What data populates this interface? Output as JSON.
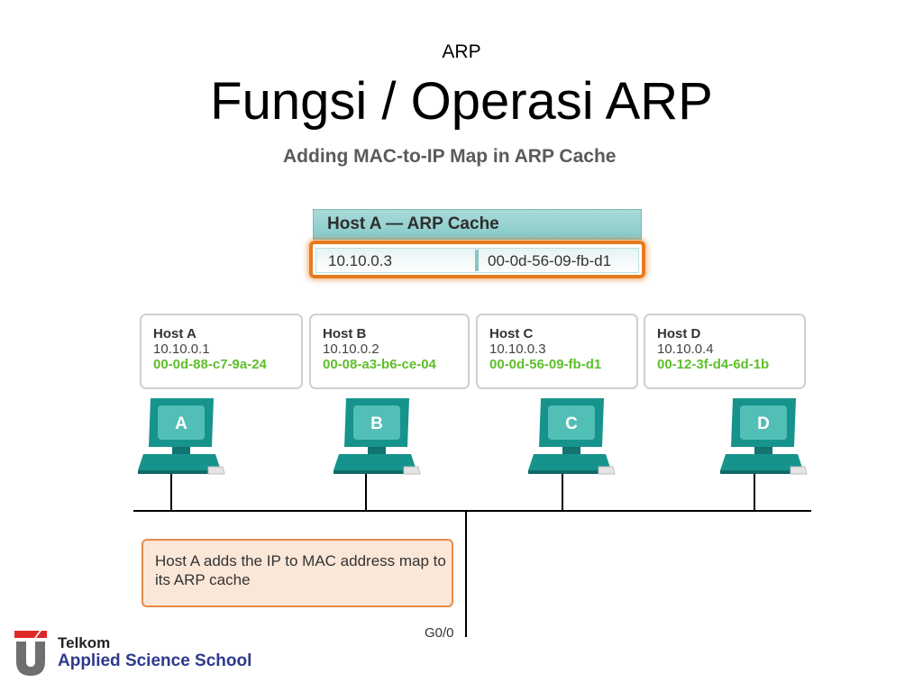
{
  "header": {
    "small_title": "ARP",
    "main_title": "Fungsi / Operasi ARP"
  },
  "diagram": {
    "subtitle": "Adding MAC-to-IP Map in ARP Cache",
    "arp_cache": {
      "title": "Host A — ARP Cache",
      "entry": {
        "ip": "10.10.0.3",
        "mac": "00-0d-56-09-fb-d1"
      },
      "highlight_color": "#e87a1e"
    },
    "hosts": [
      {
        "name": "Host A",
        "ip": "10.10.0.1",
        "mac": "00-0d-88-c7-9a-24",
        "label": "A"
      },
      {
        "name": "Host B",
        "ip": "10.10.0.2",
        "mac": "00-08-a3-b6-ce-04",
        "label": "B"
      },
      {
        "name": "Host C",
        "ip": "10.10.0.3",
        "mac": "00-0d-56-09-fb-d1",
        "label": "C"
      },
      {
        "name": "Host D",
        "ip": "10.10.0.4",
        "mac": "00-12-3f-d4-6d-1b",
        "label": "D"
      }
    ],
    "mac_color": "#5fbe2a",
    "pc_color": "#16938d",
    "note": "Host A adds the IP to MAC address map to its ARP cache",
    "port_label": "G0/0"
  },
  "footer": {
    "logo_line1": "Telkom",
    "logo_line2": "Applied Science School",
    "brand_color": "#2d3a8c",
    "accent_color": "#e02828"
  }
}
